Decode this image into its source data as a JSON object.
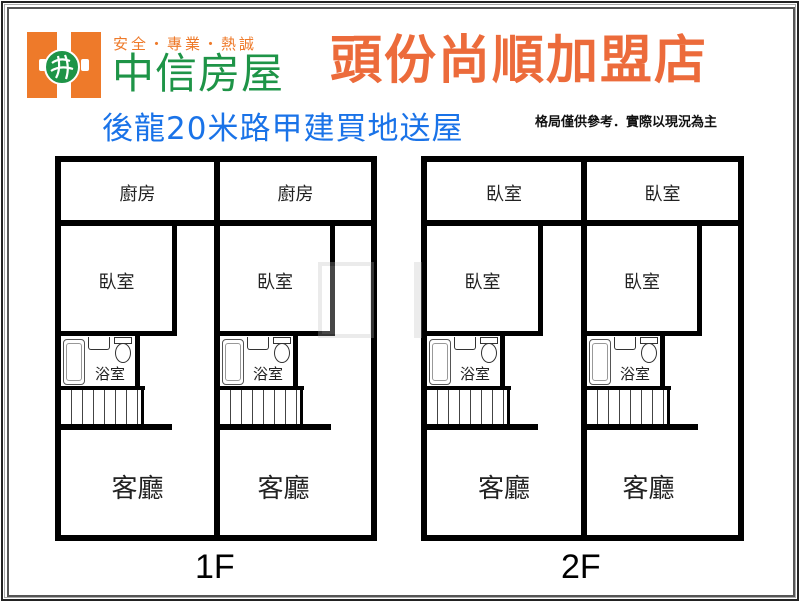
{
  "header": {
    "brand_tagline": "安全・專業・熱誠",
    "brand_name": "中信房屋",
    "store_name": "頭份尚順加盟店",
    "headline": "後龍20米路甲建買地送屋",
    "disclaimer": "格局僅供參考．實際以現況為主"
  },
  "colors": {
    "brand_orange": "#ee7a2a",
    "brand_green": "#1e9447",
    "store_orange": "#ec6b3b",
    "headline_blue": "#1a73e8"
  },
  "icons": {
    "logo": "zhongxin-logo-icon",
    "bathtub": "bathtub-icon",
    "sink": "sink-icon",
    "toilet": "toilet-icon",
    "stairs": "stairs-icon"
  },
  "floors": [
    {
      "label": "1F",
      "units": [
        {
          "top_room": "廚房",
          "bedroom": "臥室",
          "bathroom": "浴室",
          "living": "客廳"
        },
        {
          "top_room": "廚房",
          "bedroom": "臥室",
          "bathroom": "浴室",
          "living": "客廳"
        }
      ]
    },
    {
      "label": "2F",
      "units": [
        {
          "top_room": "臥室",
          "bedroom": "臥室",
          "bathroom": "浴室",
          "living": "客廳"
        },
        {
          "top_room": "臥室",
          "bedroom": "臥室",
          "bathroom": "浴室",
          "living": "客廳"
        }
      ]
    }
  ]
}
